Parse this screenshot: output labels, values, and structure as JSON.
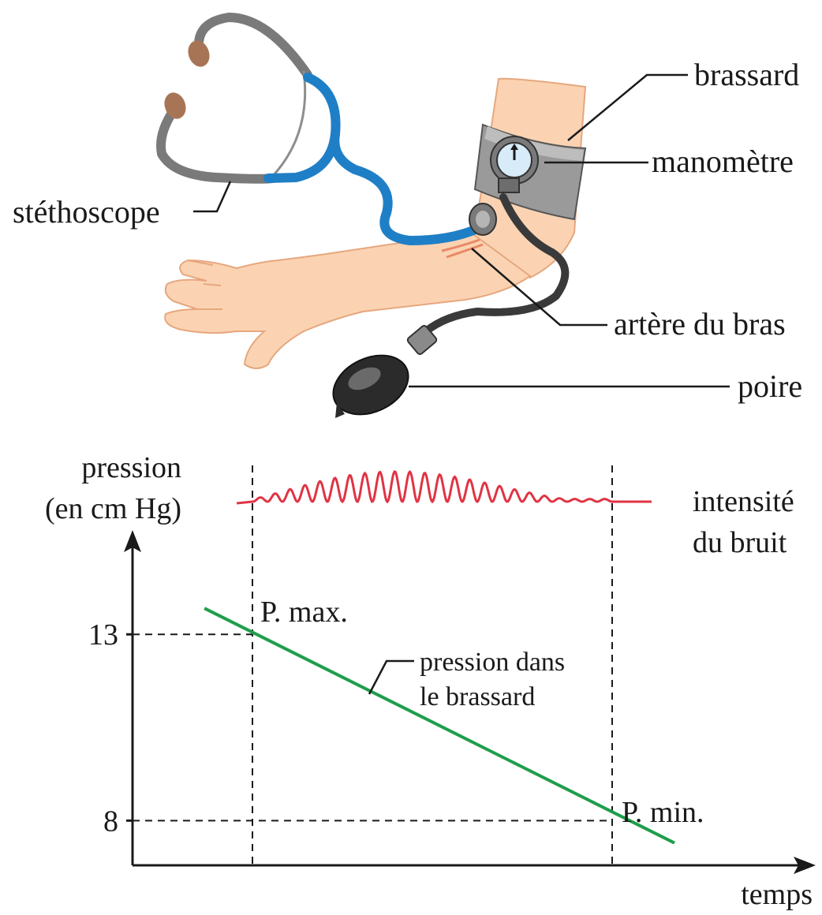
{
  "labels": {
    "brassard": "brassard",
    "manometre": "manomètre",
    "stethoscope": "stéthoscope",
    "artere": "artère du bras",
    "poire": "poire"
  },
  "graph": {
    "ylabel_line1": "pression",
    "ylabel_line2": "(en cm Hg)",
    "xlabel": "temps",
    "sound_label_line1": "intensité",
    "sound_label_line2": "du bruit",
    "pmax_label": "P. max.",
    "pmin_label": "P. min.",
    "pressure_label_line1": "pression dans",
    "pressure_label_line2": "le brassard"
  },
  "colors": {
    "skin": "#fbd3b2",
    "tube_blue": "#1f7fc6",
    "sound_red": "#e03444",
    "pressure_green": "#1e9e4a"
  },
  "chart_data": {
    "type": "line",
    "y_ticks": [
      "13",
      "8"
    ],
    "ylim": [
      6.8,
      15.8
    ],
    "series": [
      {
        "name": "pression dans le brassard",
        "x": [
          0.15,
          1.13
        ],
        "y": [
          13.7,
          7.4
        ]
      }
    ],
    "markers": [
      {
        "name": "P. max.",
        "x": 0.25,
        "y": 13
      },
      {
        "name": "P. min.",
        "x": 1.0,
        "y": 8
      }
    ]
  }
}
